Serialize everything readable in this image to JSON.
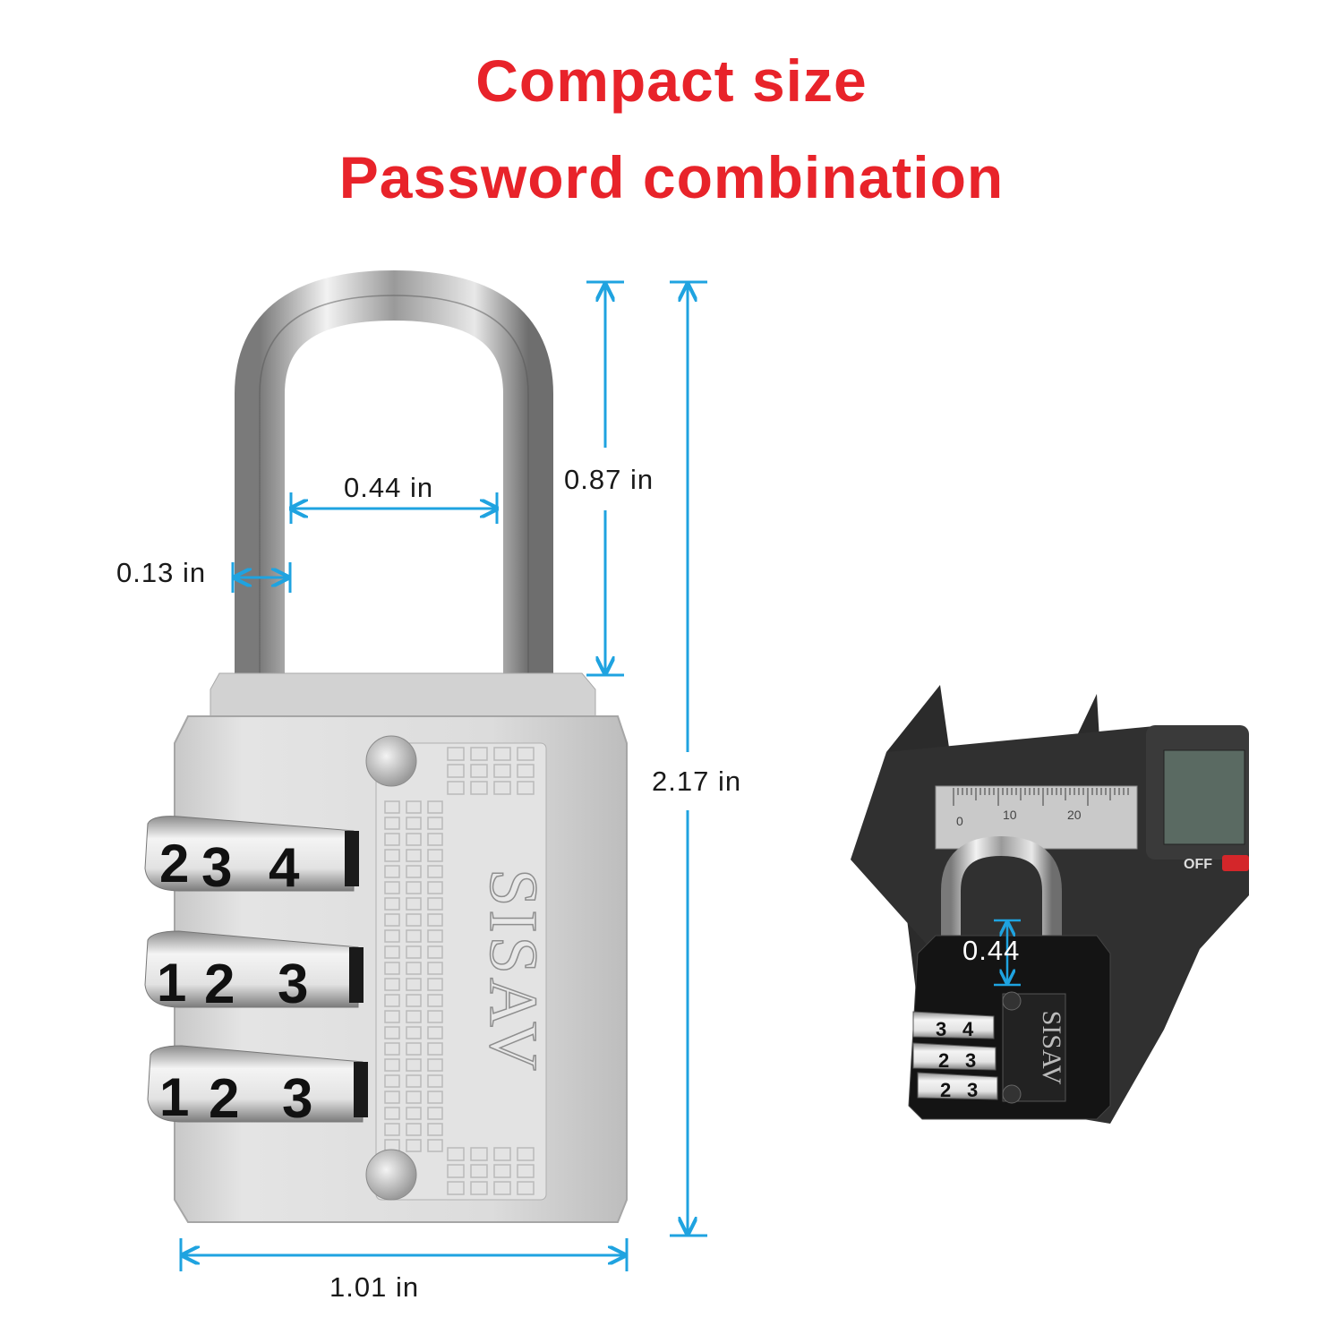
{
  "headline": {
    "line1": "Compact size",
    "line2": "Password combination"
  },
  "dimensions": {
    "inner_width": "0.44 in",
    "shackle_height": "0.87 in",
    "shackle_thickness": "0.13 in",
    "total_height": "2.17 in",
    "body_width": "1.01 in"
  },
  "lock": {
    "brand": "SISAV",
    "dial_top": [
      "2",
      "3",
      "4"
    ],
    "dial_middle": [
      "1",
      "2",
      "3"
    ],
    "dial_bottom": [
      "1",
      "2",
      "3"
    ]
  },
  "caliper_photo": {
    "scale_labels": [
      "0",
      "10",
      "20"
    ],
    "off_label": "OFF",
    "measure_label": "0.44",
    "brand": "SISAV",
    "dial_top": [
      "3",
      "4"
    ],
    "dial_middle": [
      "2",
      "3"
    ],
    "dial_bottom": [
      "2",
      "3"
    ]
  },
  "colors": {
    "headline": "#e8232a",
    "dimension_line": "#1fa3e0",
    "lock_body": "#d9d9d9",
    "caliper": "#2b2b2b"
  }
}
